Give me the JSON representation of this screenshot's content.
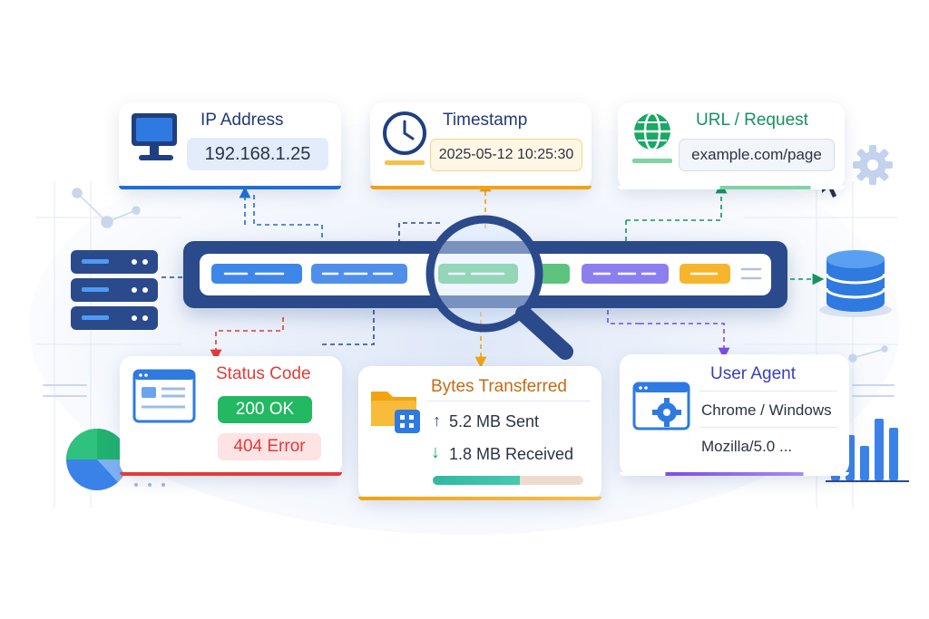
{
  "ip": {
    "title": "IP Address",
    "value": "192.168.1.25"
  },
  "timestamp": {
    "title": "Timestamp",
    "value": "2025-05-12 10:25:30"
  },
  "url": {
    "title": "URL / Request",
    "value": "example.com/page"
  },
  "status": {
    "title": "Status Code",
    "ok": "200 OK",
    "error": "404 Error"
  },
  "bytes": {
    "title": "Bytes Transferred",
    "sent": "5.2 MB Sent",
    "received": "1.8 MB Received",
    "sent_icon": "↑",
    "received_icon": "↓"
  },
  "agent": {
    "title": "User Agent",
    "line1": "Chrome / Windows",
    "line2": "Mozilla/5.0 ..."
  },
  "colors": {
    "ip": "#1f6fd6",
    "timestamp": "#e49a12",
    "url": "#14935f",
    "status": "#e23b3b",
    "bytes": "#c76a14",
    "agent": "#3a3fb8",
    "navy": "#2b4a8b"
  },
  "icons": [
    "monitor-icon",
    "clock-icon",
    "globe-icon",
    "gear-icon",
    "cursor-icon",
    "server-icon",
    "database-icon",
    "magnifier-icon",
    "browser-window-icon",
    "folder-icon",
    "pie-chart-icon",
    "bar-chart-icon"
  ]
}
